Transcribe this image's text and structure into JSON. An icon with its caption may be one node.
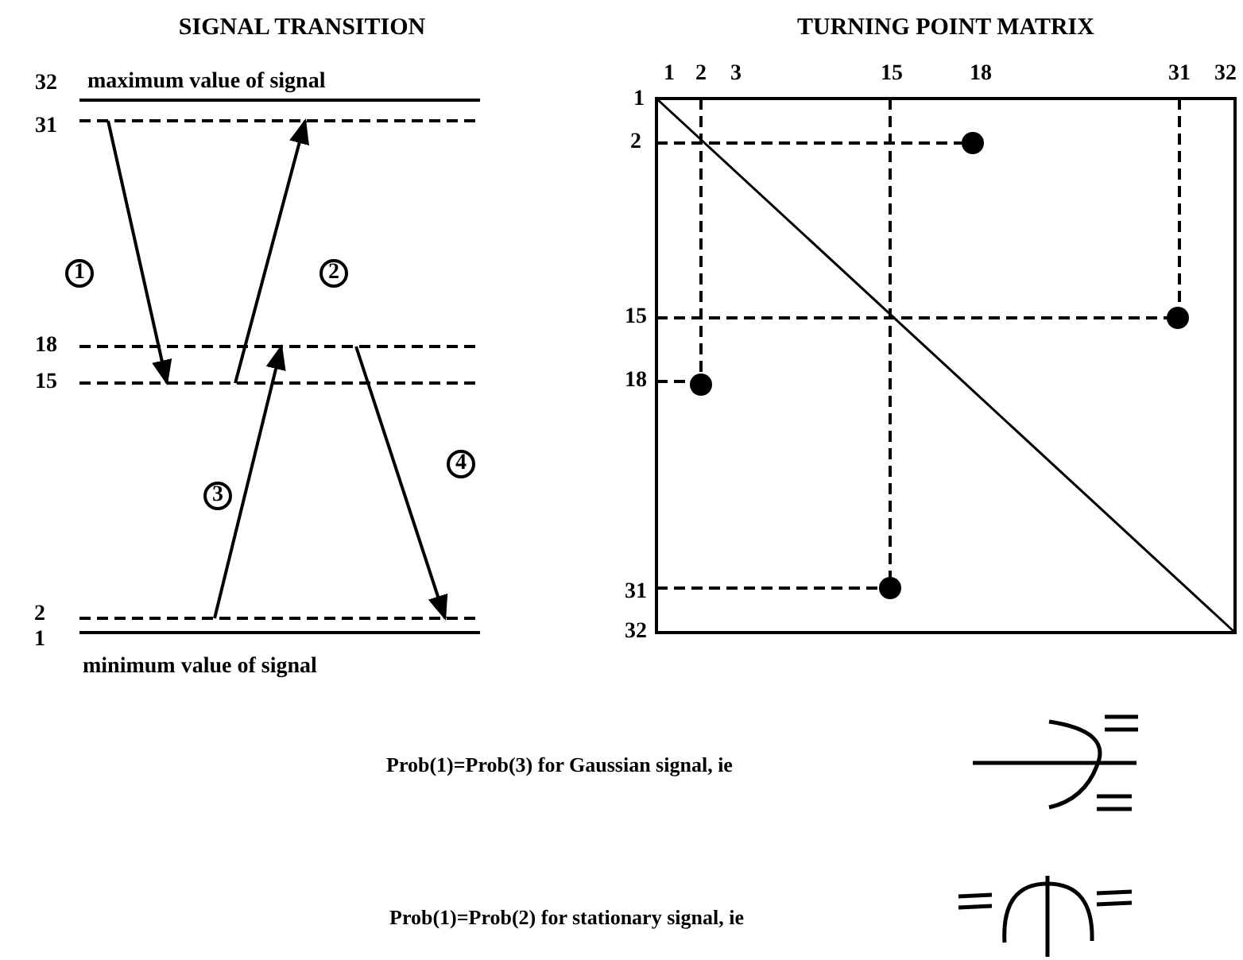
{
  "diagram": {
    "labels": [
      "SIGNAL TRANSITION",
      "32",
      "maximum value of signal",
      "31",
      "1",
      "2",
      "18",
      "15",
      "4",
      "3",
      "2",
      "1",
      "minimum value of signal",
      "TURNING POINT MATRIX",
      "1",
      "2",
      "3",
      "15",
      "18",
      "31",
      "32",
      "1",
      "2",
      "15",
      "18",
      "31",
      "32",
      "Prob(1)=Prob(3) for Gaussian signal, ie",
      "Prob(1)=Prob(2) for stationary signal, ie"
    ]
  }
}
